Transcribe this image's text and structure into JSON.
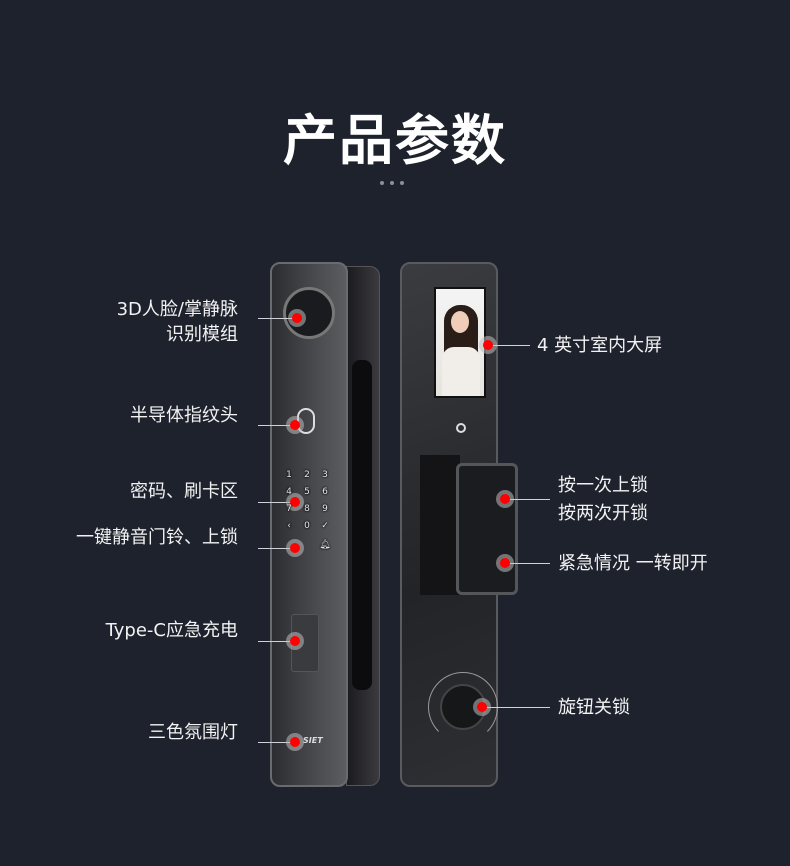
{
  "title": "产品参数",
  "left_labels": [
    {
      "lines": [
        "3D人脸/掌静脉",
        "识别模组"
      ]
    },
    {
      "lines": [
        "半导体指纹头"
      ]
    },
    {
      "lines": [
        "密码、刷卡区"
      ]
    },
    {
      "lines": [
        "一键静音门铃、上锁"
      ]
    },
    {
      "lines": [
        "Type-C应急充电"
      ]
    },
    {
      "lines": [
        "三色氛围灯"
      ]
    }
  ],
  "right_labels": [
    {
      "lines": [
        "4 英寸室内大屏"
      ]
    },
    {
      "lines": [
        "按一次上锁",
        "按两次开锁"
      ]
    },
    {
      "lines": [
        "紧急情况 一转即开"
      ]
    },
    {
      "lines": [
        "旋钮关锁"
      ]
    }
  ],
  "keypad": [
    "1",
    "2",
    "3",
    "4",
    "5",
    "6",
    "7",
    "8",
    "9",
    "‹",
    "0",
    "✓"
  ],
  "brand_logo": "SIET",
  "colors": {
    "background": "#1d222d",
    "marker": "#ff0000"
  }
}
